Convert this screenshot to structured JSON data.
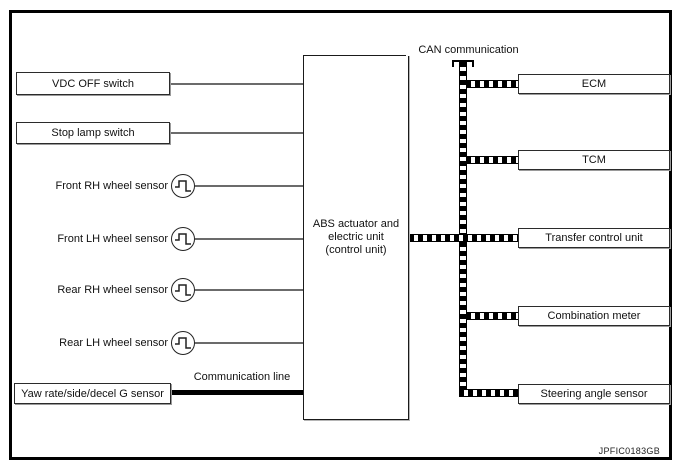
{
  "diagram": {
    "can_label": "CAN communication",
    "communication_line_label": "Communication line",
    "figure_code": "JPFIC0183GB",
    "abs_unit": {
      "line1": "ABS actuator and",
      "line2": "electric unit",
      "line3": "(control unit)"
    },
    "inputs": {
      "vdc_off_switch": "VDC OFF switch",
      "stop_lamp_switch": "Stop lamp switch",
      "yaw_rate_sensor": "Yaw rate/side/decel G sensor"
    },
    "wheel_sensors": [
      {
        "label": "Front RH wheel sensor"
      },
      {
        "label": "Front LH wheel sensor"
      },
      {
        "label": "Rear RH wheel sensor"
      },
      {
        "label": "Rear LH wheel sensor"
      }
    ],
    "can_nodes": [
      {
        "label": "ECM"
      },
      {
        "label": "TCM"
      },
      {
        "label": "Transfer control unit"
      },
      {
        "label": "Combination meter"
      },
      {
        "label": "Steering angle sensor"
      }
    ],
    "colors": {
      "background": "#ffffff",
      "line": "#6b6b6b",
      "accent": "#000000"
    }
  }
}
